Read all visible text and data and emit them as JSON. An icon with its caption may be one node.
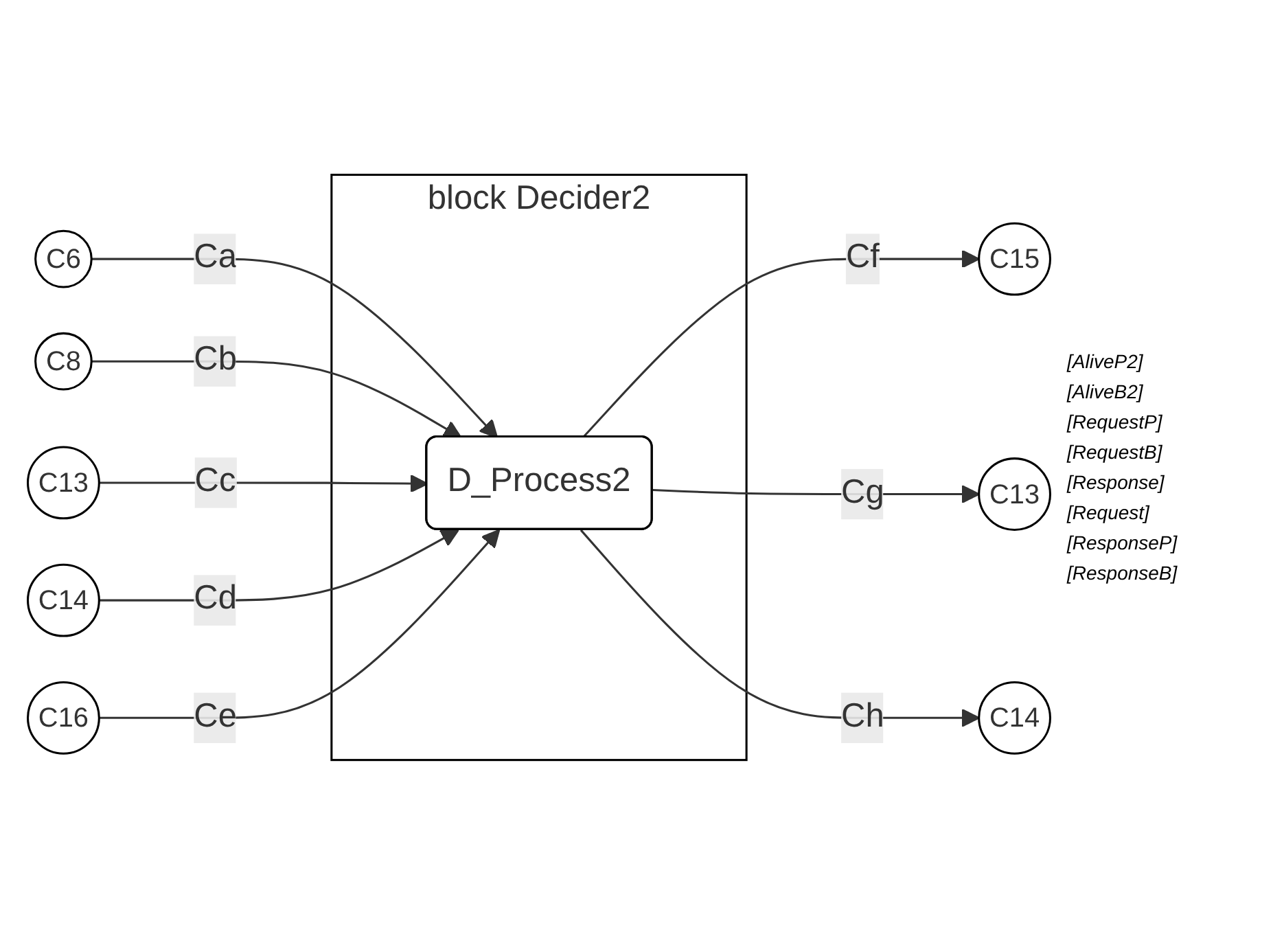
{
  "diagram": {
    "nodes": [
      {
        "text": [
          "block Decider2"
        ]
      },
      {
        "text": [
          "C6"
        ]
      },
      {
        "text": [
          "C8"
        ]
      },
      {
        "text": [
          "C13"
        ]
      },
      {
        "text": [
          "C14"
        ]
      },
      {
        "text": [
          "C16"
        ]
      },
      {
        "text": [
          "D_Process2"
        ],
        "in": 0
      },
      {
        "text": [
          "C15"
        ]
      },
      {
        "text": [
          "C13"
        ]
      },
      {
        "text": [
          "C14"
        ]
      }
    ],
    "edges": [
      {
        "from": 1,
        "to": 6,
        "arrow": "to",
        "label": "Ca"
      },
      {
        "from": 2,
        "to": 6,
        "arrow": "to",
        "label": "Cb"
      },
      {
        "from": 3,
        "to": 6,
        "arrow": "to",
        "label": "Cc"
      },
      {
        "from": 4,
        "to": 6,
        "arrow": "to",
        "label": "Cd"
      },
      {
        "from": 5,
        "to": 6,
        "arrow": "to",
        "label": "Ce"
      },
      {
        "from": 6,
        "to": 7,
        "arrow": "to",
        "label": "Cf"
      },
      {
        "from": 6,
        "to": 8,
        "arrow": "to",
        "label": "Cg"
      },
      {
        "from": 6,
        "to": 9,
        "arrow": "to",
        "label": "Ch"
      }
    ],
    "labels": [
      "[AliveP2]",
      "[AliveB2]",
      "[RequestP]",
      "[RequestB]",
      "[Response]",
      "[Request]",
      "[ResponseP]",
      "[ResponseB]"
    ]
  }
}
